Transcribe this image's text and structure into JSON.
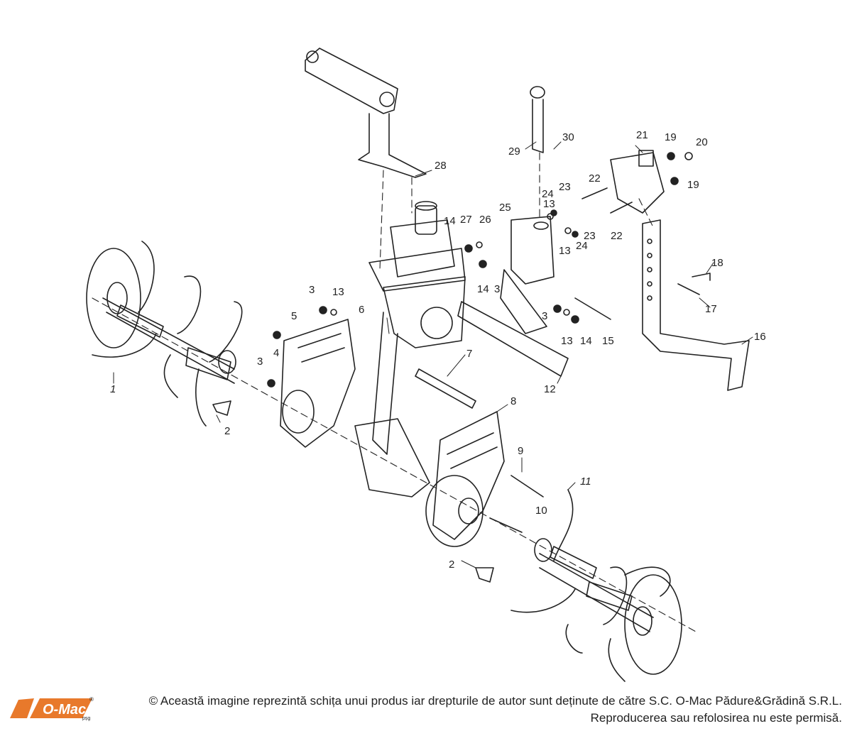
{
  "diagram": {
    "part_labels": [
      "1",
      "2",
      "2",
      "3",
      "3",
      "3",
      "3",
      "4",
      "5",
      "6",
      "7",
      "8",
      "9",
      "10",
      "11",
      "12",
      "13",
      "13",
      "13",
      "13",
      "14",
      "14",
      "14",
      "15",
      "16",
      "17",
      "18",
      "19",
      "19",
      "20",
      "21",
      "22",
      "22",
      "23",
      "23",
      "24",
      "24",
      "25",
      "26",
      "27",
      "28",
      "29",
      "30"
    ]
  },
  "footer": {
    "logo_text": "O-Mac",
    "logo_sub": "psăg",
    "logo_mark": "®",
    "copyright_line1": "© Această imagine reprezintă schița unui produs iar drepturile de autor sunt deținute de către S.C. O-Mac Pădure&Grădină S.R.L.",
    "copyright_line2": "Reproducerea sau refolosirea nu este permisă."
  }
}
